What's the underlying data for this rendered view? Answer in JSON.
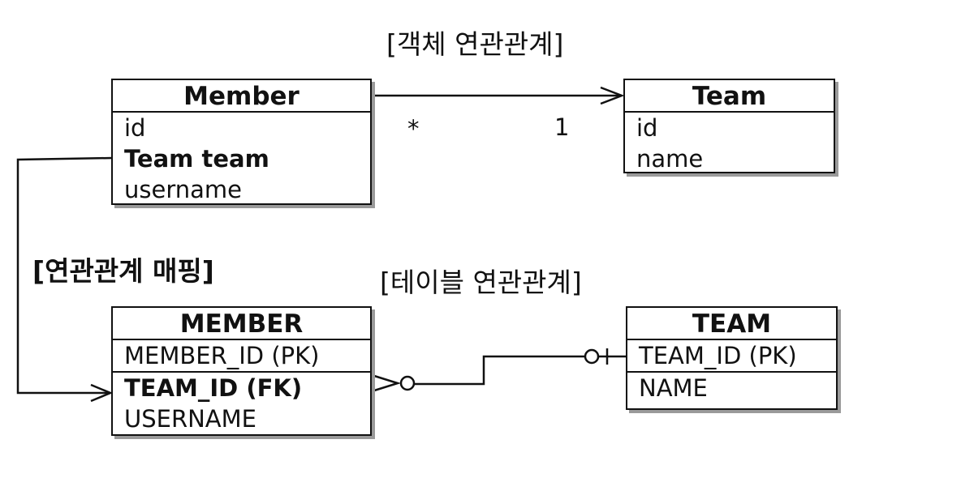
{
  "headings": {
    "object_relation": "[객체 연관관계]",
    "mapping": "[연관관계 매핑]",
    "table_relation": "[테이블 연관관계]"
  },
  "classes": {
    "member": {
      "title": "Member",
      "fields": [
        "id",
        "Team team",
        "username"
      ]
    },
    "team": {
      "title": "Team",
      "fields": [
        "id",
        "name"
      ]
    }
  },
  "multiplicity": {
    "member_side": "*",
    "team_side": "1"
  },
  "tables": {
    "member": {
      "title": "MEMBER",
      "columns": [
        "MEMBER_ID (PK)",
        "TEAM_ID (FK)",
        "USERNAME"
      ]
    },
    "team": {
      "title": "TEAM",
      "columns": [
        "TEAM_ID (PK)",
        "NAME"
      ]
    }
  }
}
